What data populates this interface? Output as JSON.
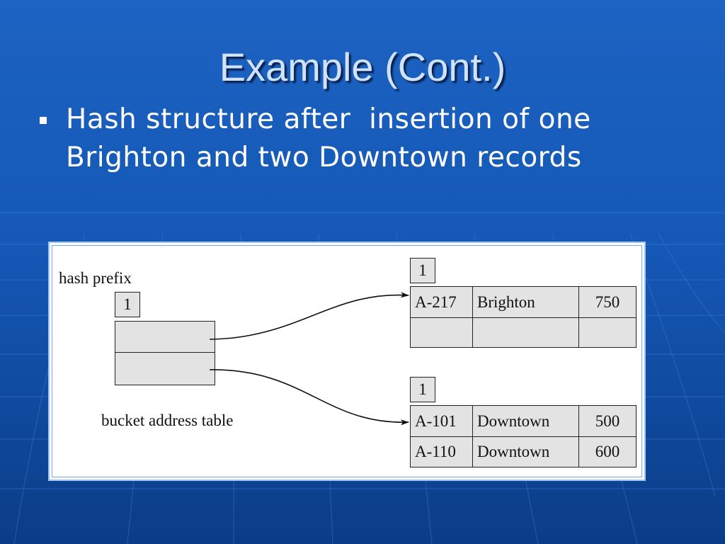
{
  "slide": {
    "title": "Example (Cont.)",
    "bullet": "Hash structure after  insertion of one Brighton and two Downtown records"
  },
  "figure": {
    "hash_prefix_label": "hash prefix",
    "hash_prefix_value": "1",
    "bucket_table_label": "bucket address table",
    "buckets": [
      {
        "local_depth": "1",
        "records": [
          [
            "A-217",
            "Brighton",
            "750"
          ],
          [
            "",
            "",
            ""
          ]
        ]
      },
      {
        "local_depth": "1",
        "records": [
          [
            "A-101",
            "Downtown",
            "500"
          ],
          [
            "A-110",
            "Downtown",
            "600"
          ]
        ]
      }
    ]
  }
}
